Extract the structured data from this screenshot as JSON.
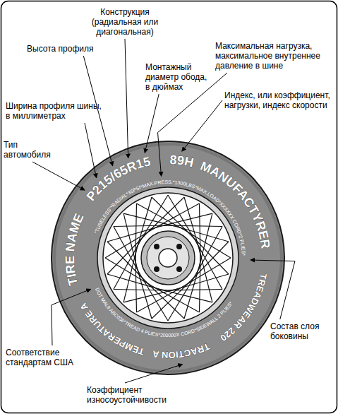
{
  "diagram": {
    "labels": [
      "Конструкция (радиальная или диагональная)",
      "Высота профиля",
      "Монтажный диаметр обода, в дюймах",
      "Максимальная нагрузка, максимальное внутреннее давление в шине",
      "Индекс, или коэффициент, нагрузки, индекс скорости",
      "Ширина профиля шины, в миллиметрах",
      "Тип автомобиля",
      "Состав слоя боковины",
      "Соответствие стандартам США",
      "Коэффициент износоустойчивости",
      "P215/65R15",
      "89H",
      "MANUFACTYRER",
      "TIRE NAME",
      "TREADWEAR 220",
      "TRACTION A",
      "TEMPERATURE A",
      "\"TUBELESS\"*RADIAL*35PSI*MAX.PRESS.*1300LBS*MAX.LOAD*XXXXXX CORD*2 PLIES*",
      "DOT MAL9 ABC036*TREAD 4 PLIES*200000X CORD*SIDEWALL 2 PLIES*"
    ]
  }
}
